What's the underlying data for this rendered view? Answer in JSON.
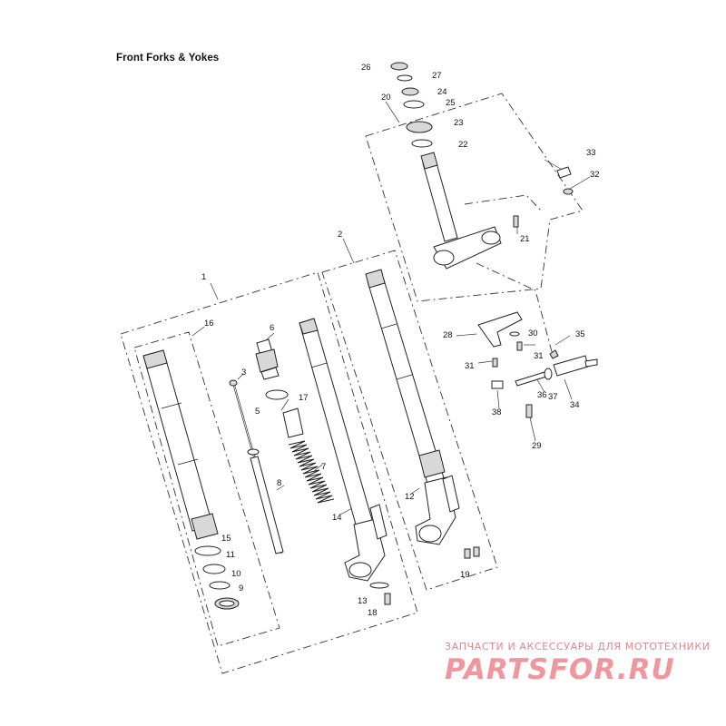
{
  "title": "Front Forks & Yokes",
  "watermark": {
    "tagline": "ЗАПЧАСТИ И АКСЕССУАРЫ ДЛЯ МОТОТЕХНИКИ",
    "logo_text": "PARTSFOR.RU",
    "color": "#e2434e"
  },
  "callouts": [
    "1",
    "2",
    "3",
    "5",
    "6",
    "7",
    "8",
    "9",
    "10",
    "11",
    "12",
    "13",
    "14",
    "15",
    "16",
    "17",
    "18",
    "19",
    "20",
    "21",
    "22",
    "23",
    "24",
    "25",
    "26",
    "27",
    "28",
    "29",
    "30",
    "31",
    "31",
    "32",
    "33",
    "34",
    "35",
    "36",
    "37",
    "38"
  ]
}
